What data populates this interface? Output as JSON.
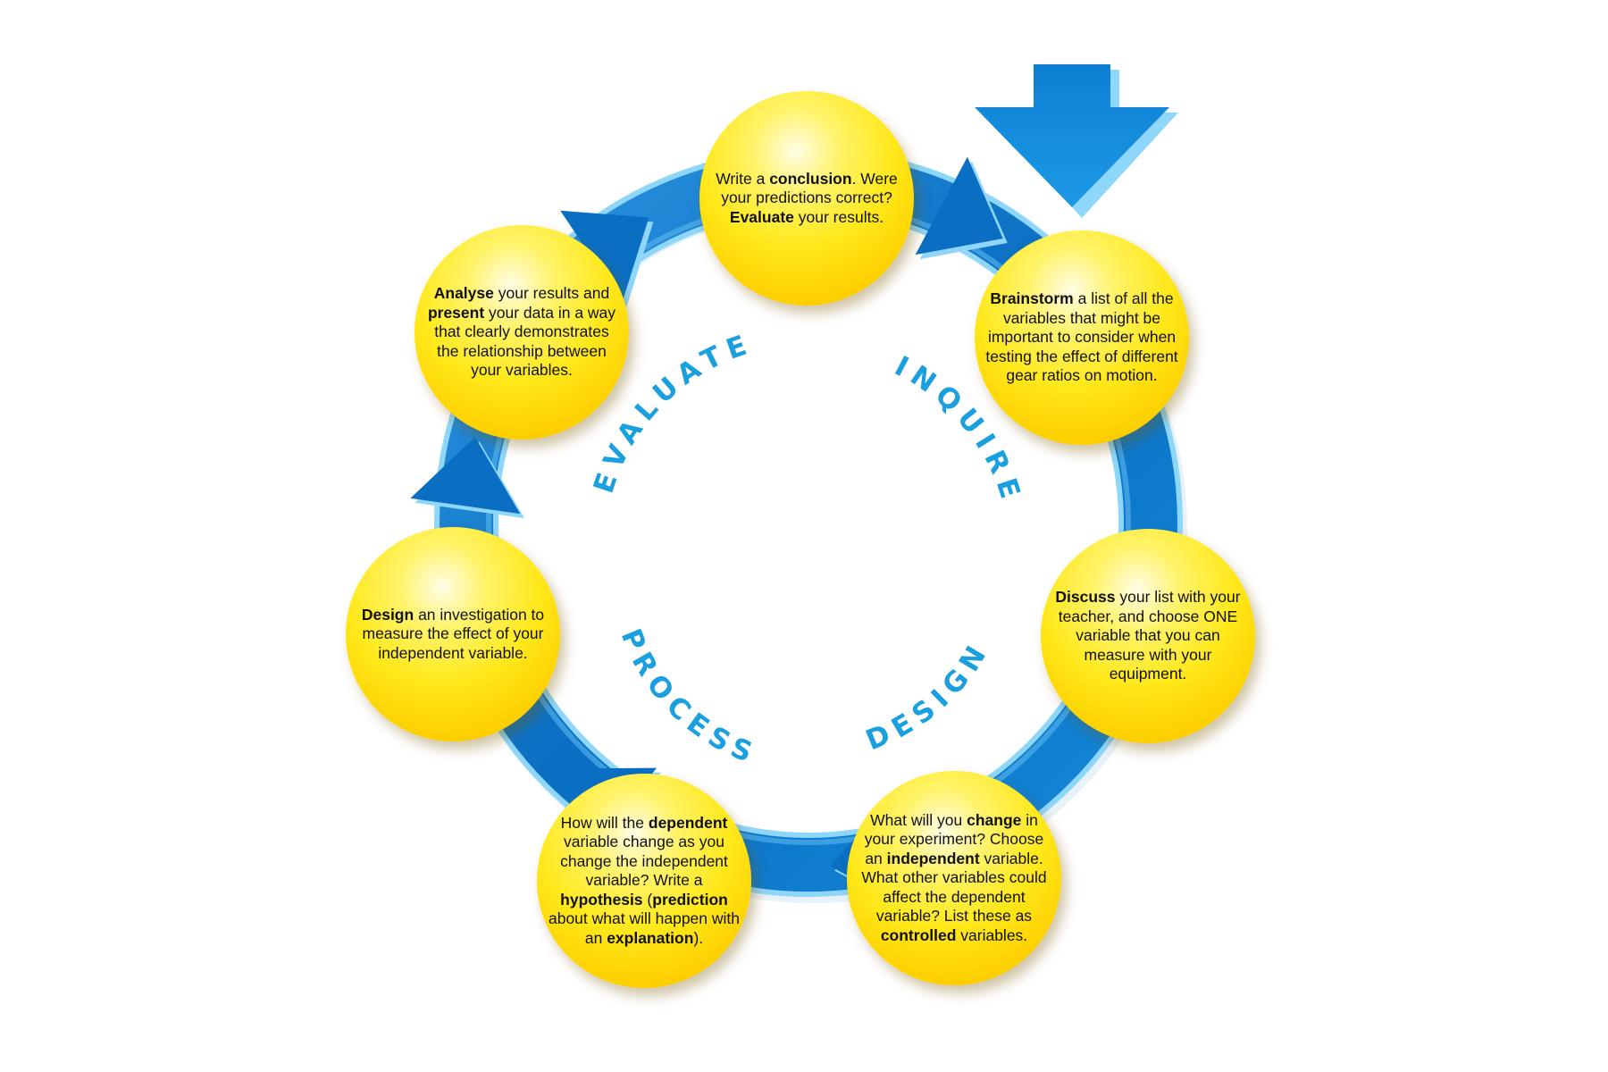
{
  "diagram": {
    "colors": {
      "ring_dark": "#0a6fc2",
      "ring_light": "#8fd6fb",
      "phase_text": "#1a9fdf",
      "node_fill": "#ffe81a",
      "node_edge": "#f3a800"
    },
    "phase_labels": {
      "evaluate": "EVALUATE",
      "inquire": "INQUIRE",
      "design": "DESIGN",
      "process": "PROCESS"
    },
    "steps": [
      {
        "id": "brainstorm",
        "runs": [
          {
            "text": "Brainstorm",
            "bold": true
          },
          {
            "text": " a list of all the variables that might be important to consider when testing the effect of different gear ratios on motion.",
            "bold": false
          }
        ]
      },
      {
        "id": "discuss",
        "runs": [
          {
            "text": "Discuss",
            "bold": true
          },
          {
            "text": " your list with your teacher, and choose ONE variable that you can measure with your equipment.",
            "bold": false
          }
        ]
      },
      {
        "id": "change",
        "runs": [
          {
            "text": "What will you ",
            "bold": false
          },
          {
            "text": "change",
            "bold": true
          },
          {
            "text": " in your experiment? Choose an ",
            "bold": false
          },
          {
            "text": "independent",
            "bold": true
          },
          {
            "text": " variable. What other variables could affect the dependent variable? List these as ",
            "bold": false
          },
          {
            "text": "controlled",
            "bold": true
          },
          {
            "text": " variables.",
            "bold": false
          }
        ]
      },
      {
        "id": "hypothesis",
        "runs": [
          {
            "text": "How will the ",
            "bold": false
          },
          {
            "text": "dependent",
            "bold": true
          },
          {
            "text": " variable change as you change the independent variable? Write a ",
            "bold": false
          },
          {
            "text": "hypothesis",
            "bold": true
          },
          {
            "text": " (",
            "bold": false
          },
          {
            "text": "prediction",
            "bold": true
          },
          {
            "text": " about what will happen with an ",
            "bold": false
          },
          {
            "text": "explanation",
            "bold": true
          },
          {
            "text": ").",
            "bold": false
          }
        ]
      },
      {
        "id": "design",
        "runs": [
          {
            "text": "Design",
            "bold": true
          },
          {
            "text": " an investigation to measure the effect of your independent variable.",
            "bold": false
          }
        ]
      },
      {
        "id": "analyse",
        "runs": [
          {
            "text": "Analyse",
            "bold": true
          },
          {
            "text": " your results and ",
            "bold": false
          },
          {
            "text": "present",
            "bold": true
          },
          {
            "text": " your data in a way that clearly demonstrates the relationship between your variables.",
            "bold": false
          }
        ]
      },
      {
        "id": "conclusion",
        "runs": [
          {
            "text": "Write a ",
            "bold": false
          },
          {
            "text": "conclusion",
            "bold": true
          },
          {
            "text": ". Were your predictions correct? ",
            "bold": false
          },
          {
            "text": "Evaluate",
            "bold": true
          },
          {
            "text": " your results.",
            "bold": false
          }
        ]
      }
    ]
  }
}
